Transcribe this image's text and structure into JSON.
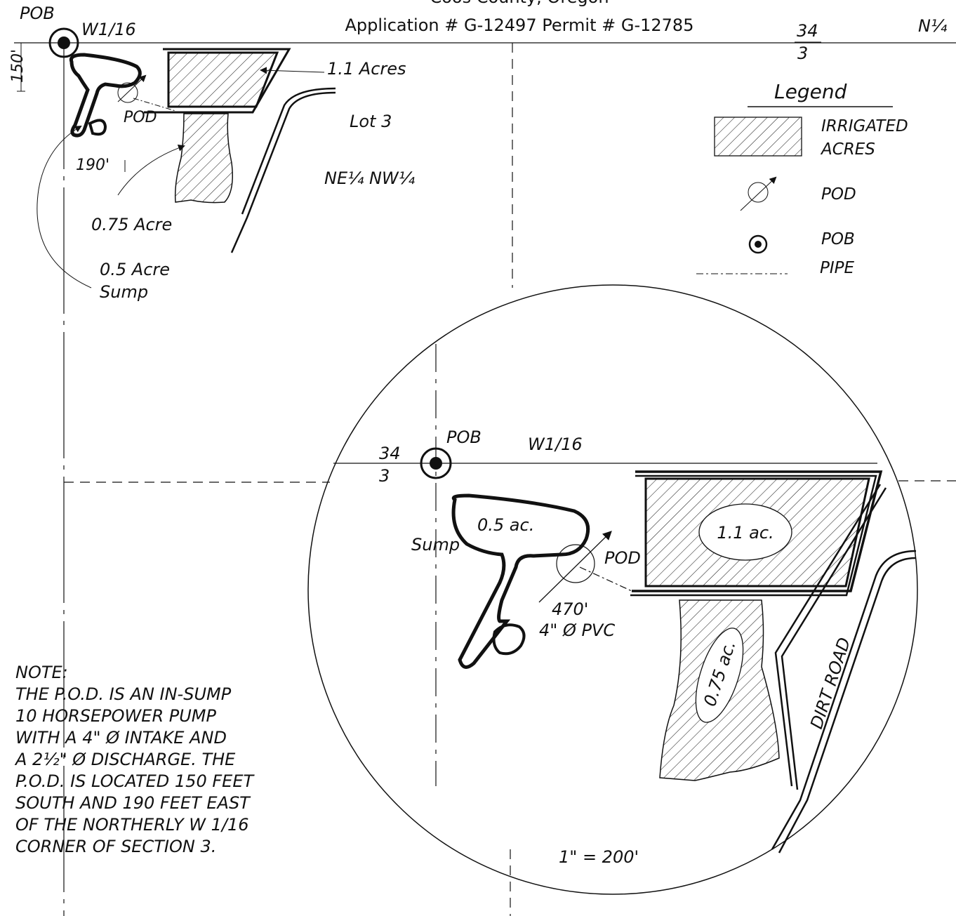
{
  "header": {
    "county_line": "Coos County, Oregon",
    "application_line": "Application # G-12497 Permit # G-12785"
  },
  "corner_labels": {
    "pob": "POB",
    "w116": "W1/16",
    "section_top": "34",
    "section_bottom": "3",
    "n_quarter": "N¼"
  },
  "overview": {
    "dim_150": "150'",
    "dim_190": "190'",
    "pod": "POD",
    "acres_11": "1.1  Acres",
    "acres_075": "0.75  Acre",
    "acres_05": "0.5  Acre",
    "sump": "Sump",
    "lot": "Lot  3",
    "quarter": "NE¼  NW¼"
  },
  "legend": {
    "title": "Legend",
    "irrigated_line1": "IRRIGATED",
    "irrigated_line2": "ACRES",
    "pod": "POD",
    "pob": "POB",
    "pipe": "PIPE"
  },
  "detail": {
    "pob": "POB",
    "w116": "W1/16",
    "section_top": "34",
    "section_bottom": "3",
    "sump_acres": "0.5  ac.",
    "sump": "Sump",
    "pod": "POD",
    "pipe_length": "470'",
    "pipe_spec": "4\"  Ø  PVC",
    "field_11": "1.1  ac.",
    "field_075": "0.75  ac.",
    "road": "DIRT  ROAD",
    "scale": "1\"  =  200'"
  },
  "note": {
    "lines": [
      "NOTE:",
      "THE  P.O.D.  IS  AN  IN-SUMP",
      "10  HORSEPOWER  PUMP",
      "WITH  A  4\"  Ø  INTAKE  AND",
      "A  2½\"  Ø  DISCHARGE.  THE",
      "P.O.D.  IS  LOCATED  150  FEET",
      "SOUTH  AND  190  FEET  EAST",
      "OF  THE  NORTHERLY  W  1/16",
      "CORNER  OF  SECTION  3."
    ]
  }
}
